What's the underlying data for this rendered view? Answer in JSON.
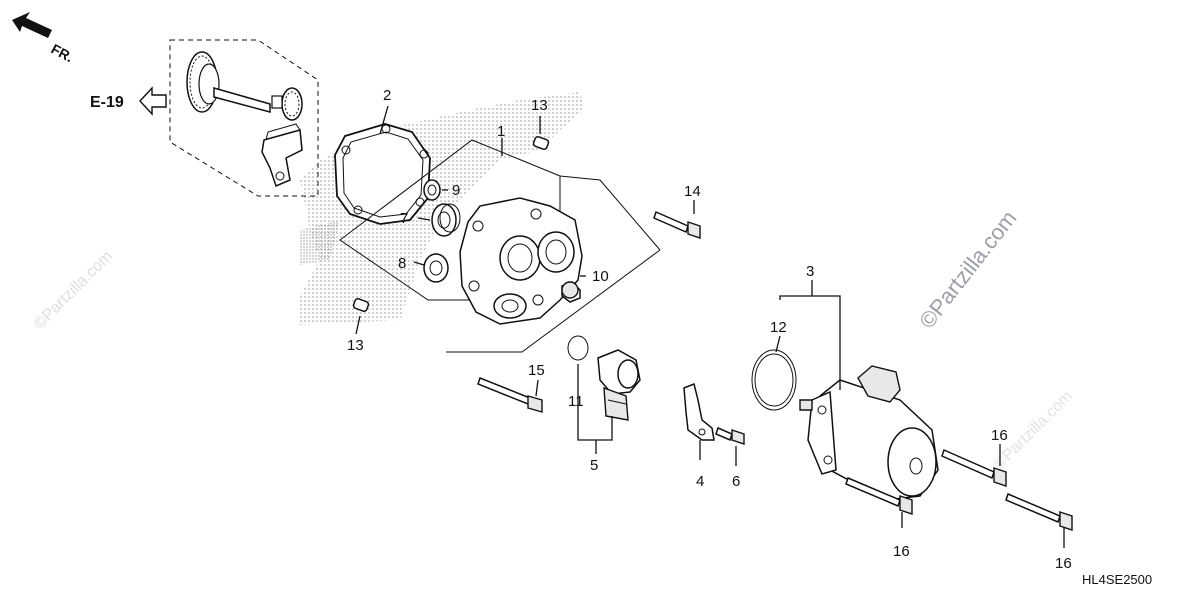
{
  "figure_code": "HL4SE2500",
  "front_label": "FR.",
  "ref_label": "E-19",
  "watermark": "©Partzilla.com",
  "callouts": {
    "c1": "1",
    "c2": "2",
    "c3": "3",
    "c4": "4",
    "c5": "5",
    "c6": "6",
    "c7": "7",
    "c8": "8",
    "c9": "9",
    "c10": "10",
    "c11": "11",
    "c12": "12",
    "c13a": "13",
    "c13b": "13",
    "c14": "14",
    "c15": "15",
    "c16a": "16",
    "c16b": "16",
    "c16c": "16"
  }
}
